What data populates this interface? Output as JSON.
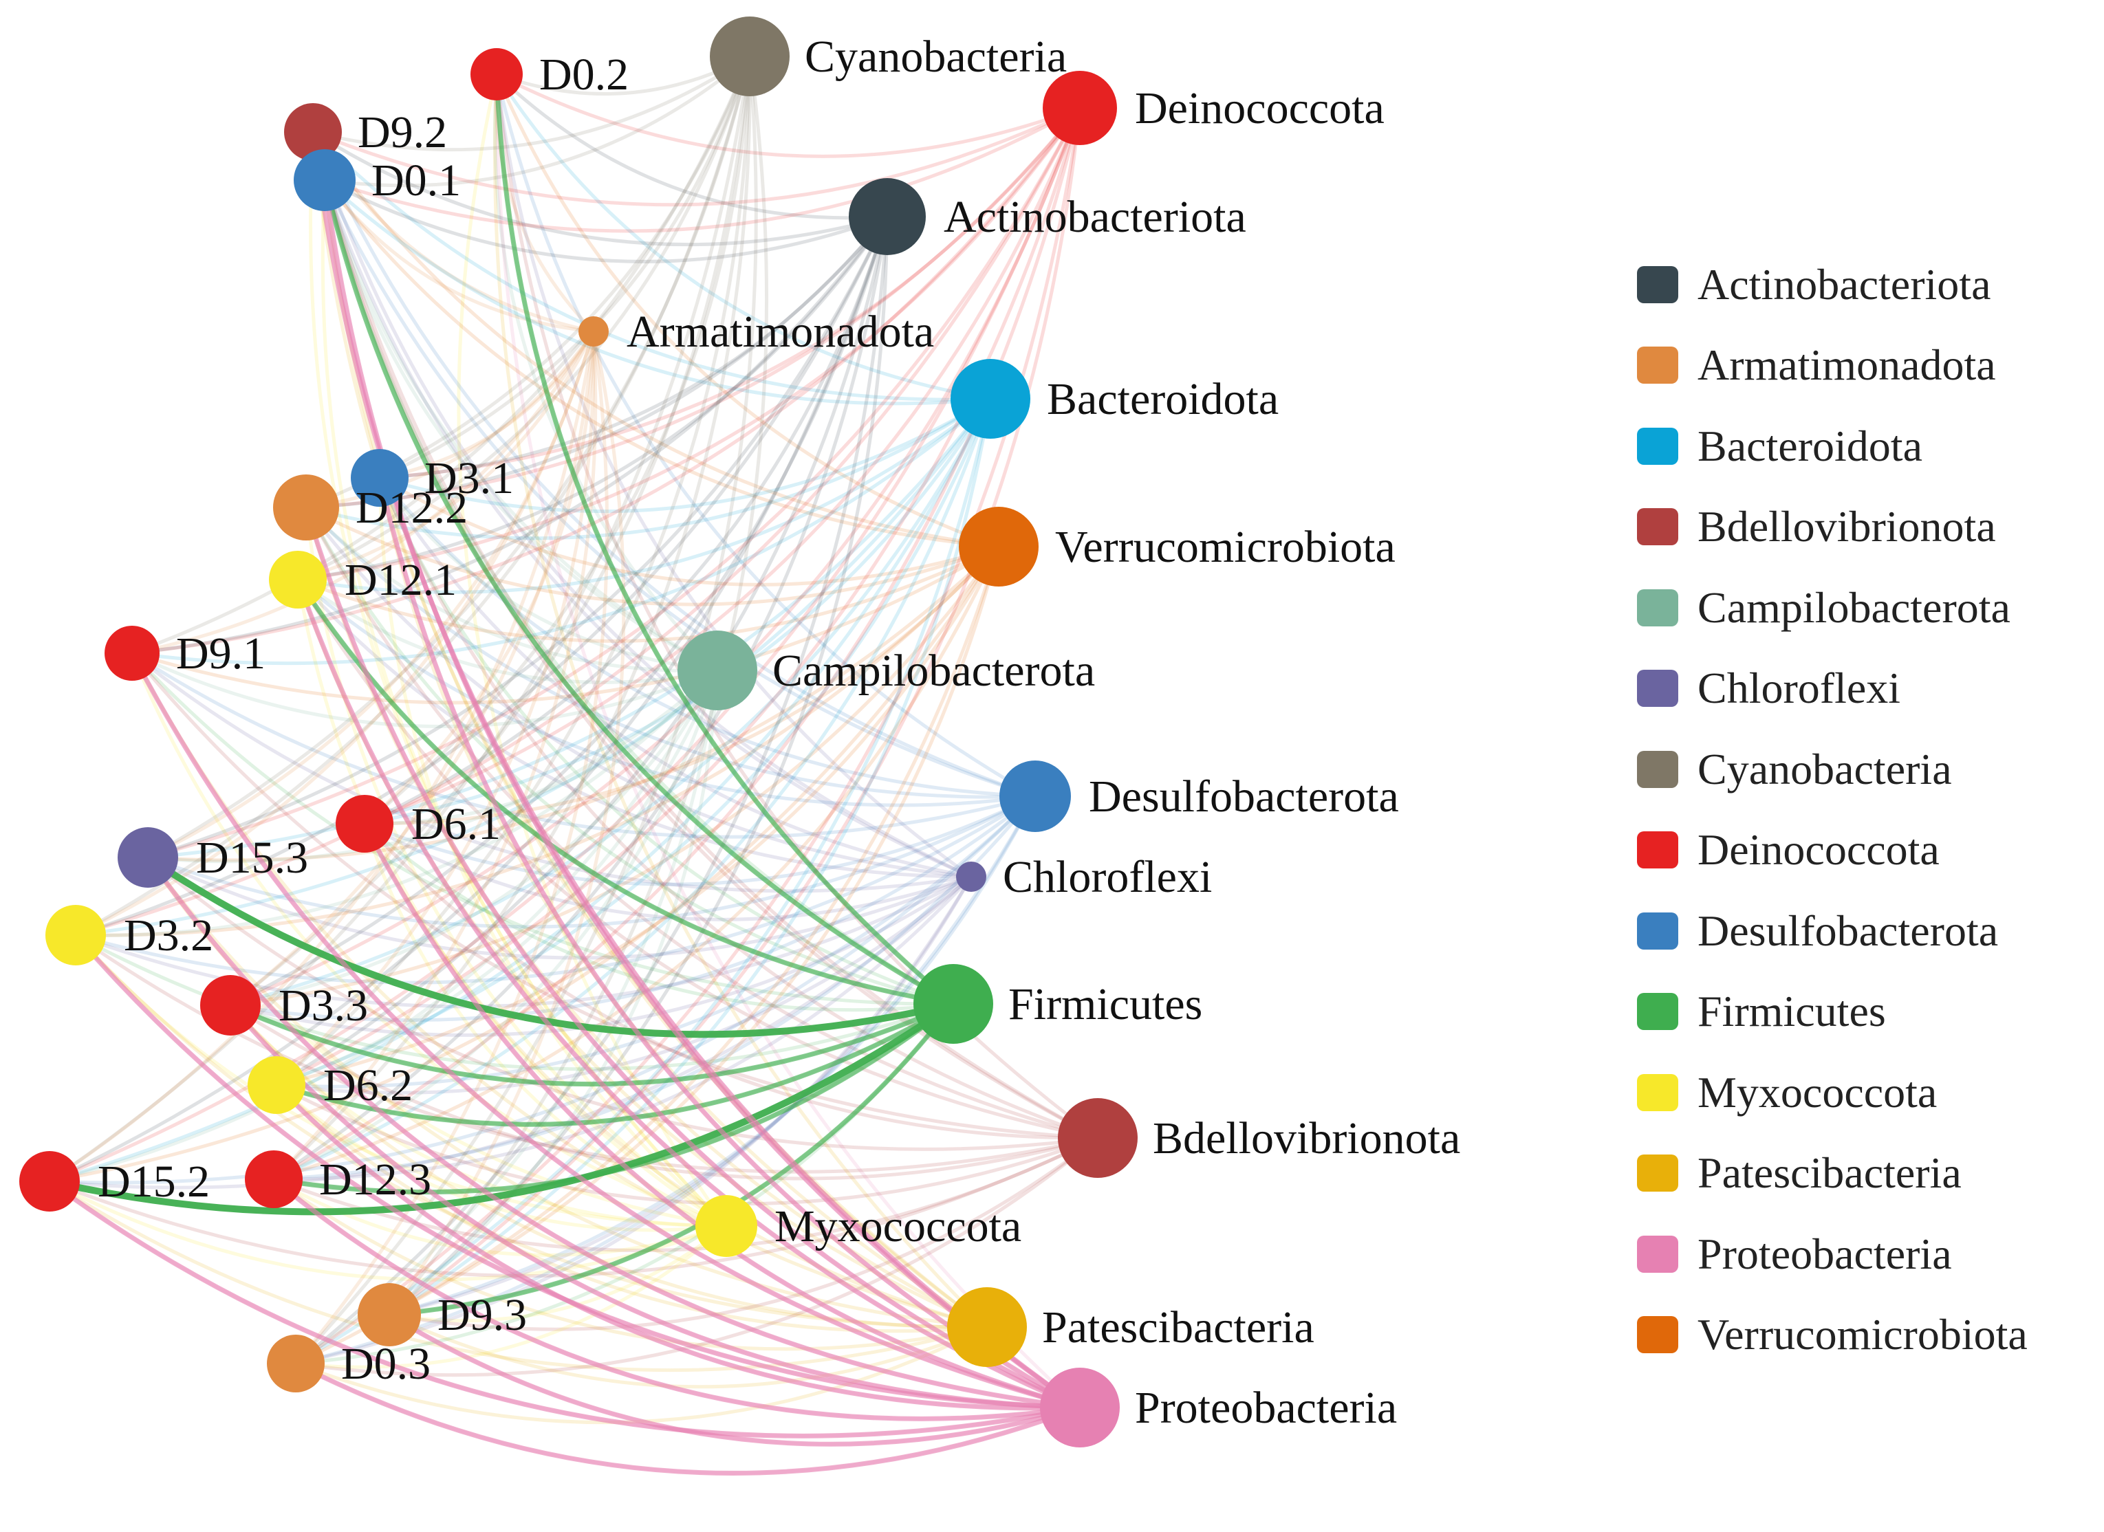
{
  "phylum_colors": {
    "Actinobacteriota": "#37474f",
    "Armatimonadota": "#e0893f",
    "Bacteroidota": "#0aa3d6",
    "Bdellovibrionota": "#b0403f",
    "Campilobacterota": "#7ab39a",
    "Chloroflexi": "#6a64a0",
    "Cyanobacteria": "#7f7766",
    "Deinococcota": "#e62222",
    "Desulfobacterota": "#3a7fbf",
    "Firmicutes": "#3fae4f",
    "Myxococcota": "#f7e82a",
    "Patescibacteria": "#e8b00a",
    "Proteobacteria": "#e681b2",
    "Verrucomicrobiota": "#e0680a"
  },
  "samples": [
    {
      "label": "D0.2",
      "phylum": "Deinococcota"
    },
    {
      "label": "D9.2",
      "phylum": "Bdellovibrionota"
    },
    {
      "label": "D0.1",
      "phylum": "Desulfobacterota"
    },
    {
      "label": "D3.1",
      "phylum": "Desulfobacterota"
    },
    {
      "label": "D12.2",
      "phylum": "Armatimonadota"
    },
    {
      "label": "D12.1",
      "phylum": "Myxococcota"
    },
    {
      "label": "D9.1",
      "phylum": "Deinococcota"
    },
    {
      "label": "D6.1",
      "phylum": "Deinococcota"
    },
    {
      "label": "D15.3",
      "phylum": "Chloroflexi"
    },
    {
      "label": "D3.2",
      "phylum": "Myxococcota"
    },
    {
      "label": "D3.3",
      "phylum": "Deinococcota"
    },
    {
      "label": "D6.2",
      "phylum": "Myxococcota"
    },
    {
      "label": "D15.2",
      "phylum": "Deinococcota"
    },
    {
      "label": "D12.3",
      "phylum": "Deinococcota"
    },
    {
      "label": "D9.3",
      "phylum": "Armatimonadota"
    },
    {
      "label": "D0.3",
      "phylum": "Armatimonadota"
    }
  ],
  "phyla": [
    {
      "label": "Cyanobacteria",
      "phylum": "Cyanobacteria"
    },
    {
      "label": "Deinococcota",
      "phylum": "Deinococcota"
    },
    {
      "label": "Actinobacteriota",
      "phylum": "Actinobacteriota"
    },
    {
      "label": "Armatimonadota",
      "phylum": "Armatimonadota"
    },
    {
      "label": "Bacteroidota",
      "phylum": "Bacteroidota"
    },
    {
      "label": "Verrucomicrobiota",
      "phylum": "Verrucomicrobiota"
    },
    {
      "label": "Campilobacterota",
      "phylum": "Campilobacterota"
    },
    {
      "label": "Desulfobacterota",
      "phylum": "Desulfobacterota"
    },
    {
      "label": "Chloroflexi",
      "phylum": "Chloroflexi"
    },
    {
      "label": "Firmicutes",
      "phylum": "Firmicutes"
    },
    {
      "label": "Bdellovibrionota",
      "phylum": "Bdellovibrionota"
    },
    {
      "label": "Myxococcota",
      "phylum": "Myxococcota"
    },
    {
      "label": "Patescibacteria",
      "phylum": "Patescibacteria"
    },
    {
      "label": "Proteobacteria",
      "phylum": "Proteobacteria"
    }
  ],
  "strong_links": [
    {
      "from": "D15.3",
      "to": "Firmicutes"
    },
    {
      "from": "D15.2",
      "to": "Firmicutes"
    },
    {
      "from": "D0.2",
      "to": "Firmicutes"
    },
    {
      "from": "D0.1",
      "to": "Firmicutes"
    },
    {
      "from": "D12.1",
      "to": "Firmicutes"
    },
    {
      "from": "D3.3",
      "to": "Firmicutes"
    },
    {
      "from": "D6.2",
      "to": "Firmicutes"
    },
    {
      "from": "D12.3",
      "to": "Firmicutes"
    },
    {
      "from": "D9.3",
      "to": "Firmicutes"
    },
    {
      "from": "D0.1",
      "to": "Proteobacteria"
    },
    {
      "from": "D9.2",
      "to": "Proteobacteria"
    },
    {
      "from": "D3.1",
      "to": "Proteobacteria"
    },
    {
      "from": "D12.2",
      "to": "Proteobacteria"
    },
    {
      "from": "D12.1",
      "to": "Proteobacteria"
    },
    {
      "from": "D9.1",
      "to": "Proteobacteria"
    },
    {
      "from": "D6.1",
      "to": "Proteobacteria"
    },
    {
      "from": "D15.3",
      "to": "Proteobacteria"
    },
    {
      "from": "D3.2",
      "to": "Proteobacteria"
    },
    {
      "from": "D3.3",
      "to": "Proteobacteria"
    },
    {
      "from": "D6.2",
      "to": "Proteobacteria"
    },
    {
      "from": "D15.2",
      "to": "Proteobacteria"
    },
    {
      "from": "D12.3",
      "to": "Proteobacteria"
    },
    {
      "from": "D9.3",
      "to": "Proteobacteria"
    },
    {
      "from": "D0.3",
      "to": "Proteobacteria"
    }
  ],
  "legend": [
    {
      "label": "Actinobacteriota",
      "color": "#37474f"
    },
    {
      "label": "Armatimonadota",
      "color": "#e0893f"
    },
    {
      "label": "Bacteroidota",
      "color": "#0aa3d6"
    },
    {
      "label": "Bdellovibrionota",
      "color": "#b0403f"
    },
    {
      "label": "Campilobacterota",
      "color": "#7ab39a"
    },
    {
      "label": "Chloroflexi",
      "color": "#6a64a0"
    },
    {
      "label": "Cyanobacteria",
      "color": "#7f7766"
    },
    {
      "label": "Deinococcota",
      "color": "#e62222"
    },
    {
      "label": "Desulfobacterota",
      "color": "#3a7fbf"
    },
    {
      "label": "Firmicutes",
      "color": "#3fae4f"
    },
    {
      "label": "Myxococcota",
      "color": "#f7e82a"
    },
    {
      "label": "Patescibacteria",
      "color": "#e8b00a"
    },
    {
      "label": "Proteobacteria",
      "color": "#e681b2"
    },
    {
      "label": "Verrucomicrobiota",
      "color": "#e0680a"
    }
  ]
}
